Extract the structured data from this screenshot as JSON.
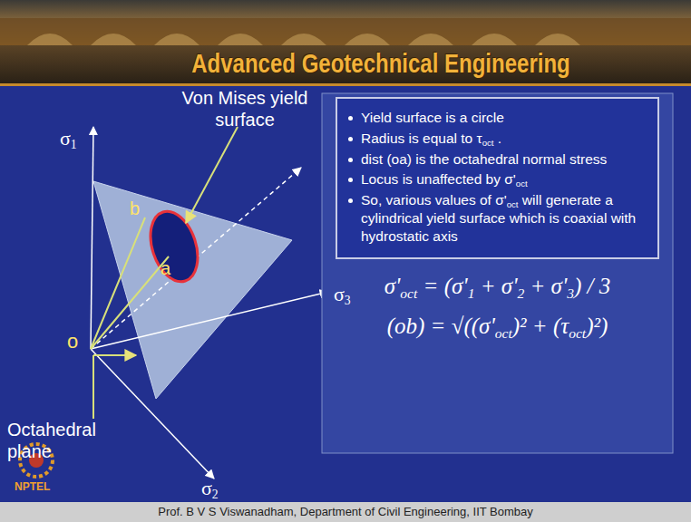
{
  "diagram": {
    "title": "Advanced Geotechnical Engineering",
    "caption": "Prof. B V S Viswanadham, Department of Civil Engineering, IIT Bombay",
    "nodes": [
      {
        "text": [
          "σ'oct = (σ'1 + σ'2 + σ'3) / 3",
          "(ob) = √((σ'oct)² + (τoct)²)"
        ]
      },
      {
        "text": [
          "Yield surface is a circle",
          "Radius is equal to τoct .",
          "dist (oa) is the octahedral normal stress",
          "Locus is unaffected by σ'oct",
          "So, various values of σ'oct will generate a cylindrical yield surface which is coaxial with hydrostatic axis"
        ],
        "in": 0
      }
    ],
    "labels": [
      "σ1",
      "Von Mises yield surface",
      "σ3",
      "b",
      "a",
      "o",
      "Octahedral plane",
      "σ2",
      "NPTEL"
    ]
  }
}
